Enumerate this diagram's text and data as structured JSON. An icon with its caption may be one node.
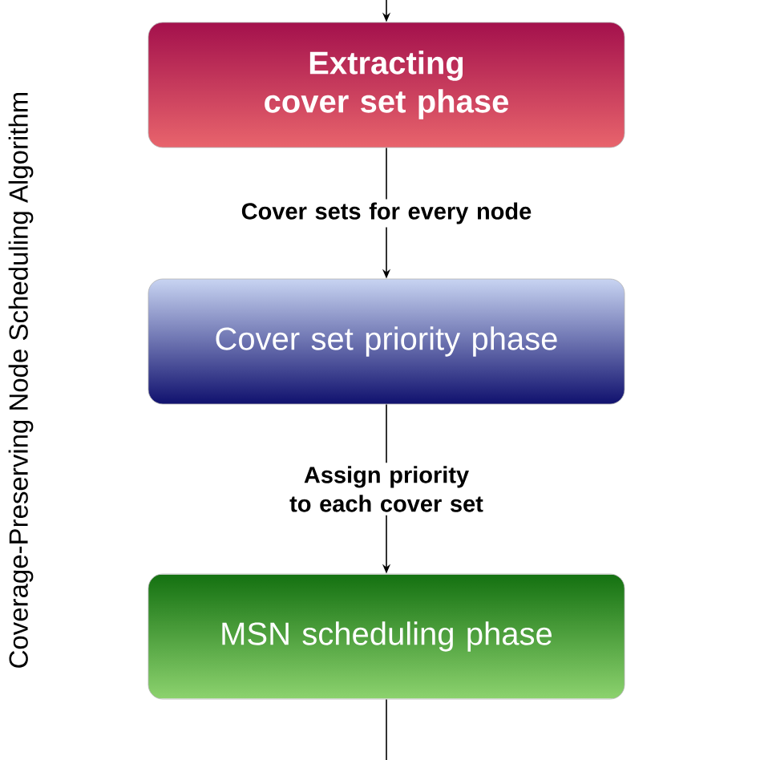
{
  "diagram": {
    "nodes": [
      {
        "text": [
          "Extracting cover set phase"
        ]
      },
      {
        "text": [
          "Cover set priority phase"
        ]
      },
      {
        "text": [
          "MSN scheduling phase"
        ]
      }
    ],
    "edges": [
      {
        "from": null,
        "to": 0,
        "arrow": "to"
      },
      {
        "from": 0,
        "to": 1,
        "arrow": "to",
        "label": "Cover sets for every node"
      },
      {
        "from": 1,
        "to": 2,
        "arrow": "to",
        "label": "Assign priority to each cover set"
      },
      {
        "from": 2,
        "to": null,
        "arrow": "none"
      }
    ],
    "labels": [
      "Coverage-Preserving Node Scheduling Algorithm"
    ]
  }
}
